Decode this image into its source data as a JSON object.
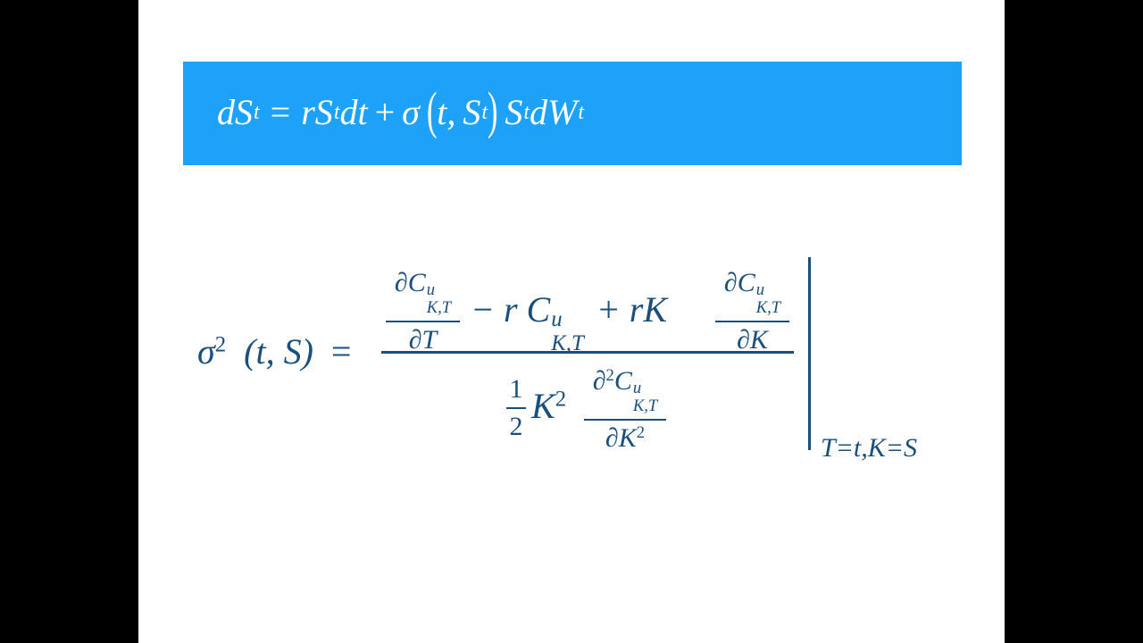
{
  "equation1": {
    "dS": "dS",
    "t1": "t",
    "eq": "=",
    "rS": "rS",
    "t2": "t",
    "dt": "dt",
    "plus": "+",
    "sigma": "σ",
    "lparen": "(",
    "t_arg": "t,",
    "S_arg": "S",
    "t3": "t",
    "rparen": ")",
    "S": "S",
    "t4": "t",
    "dW": "dW",
    "t5": "t"
  },
  "equation2": {
    "sigma": "σ",
    "sq": "2",
    "args": "(t, S)",
    "eq": "=",
    "frac1_num": "∂C",
    "frac1_sup": "u",
    "frac1_sub": "K,T",
    "frac1_den": "∂T",
    "minus_r": "− r C",
    "mid_sup": "u",
    "mid_sub": "K,T",
    "plus_rK": "+ rK",
    "frac3_num": "∂C",
    "frac3_sup": "u",
    "frac3_sub": "K,T",
    "frac3_den": "∂K",
    "half_num": "1",
    "half_den": "2",
    "K": "K",
    "K_exp": "2",
    "frac4_num": "∂",
    "frac4_num_exp": "2",
    "frac4_C": "C",
    "frac4_sup": "u",
    "frac4_sub": "K,T",
    "frac4_den": "∂K",
    "frac4_den_exp": "2",
    "eval_at": "T=t,K=S"
  },
  "colors": {
    "banner": "#1da1f9",
    "equation_text": "#1a4f7d",
    "background_letterbox": "#000000"
  }
}
